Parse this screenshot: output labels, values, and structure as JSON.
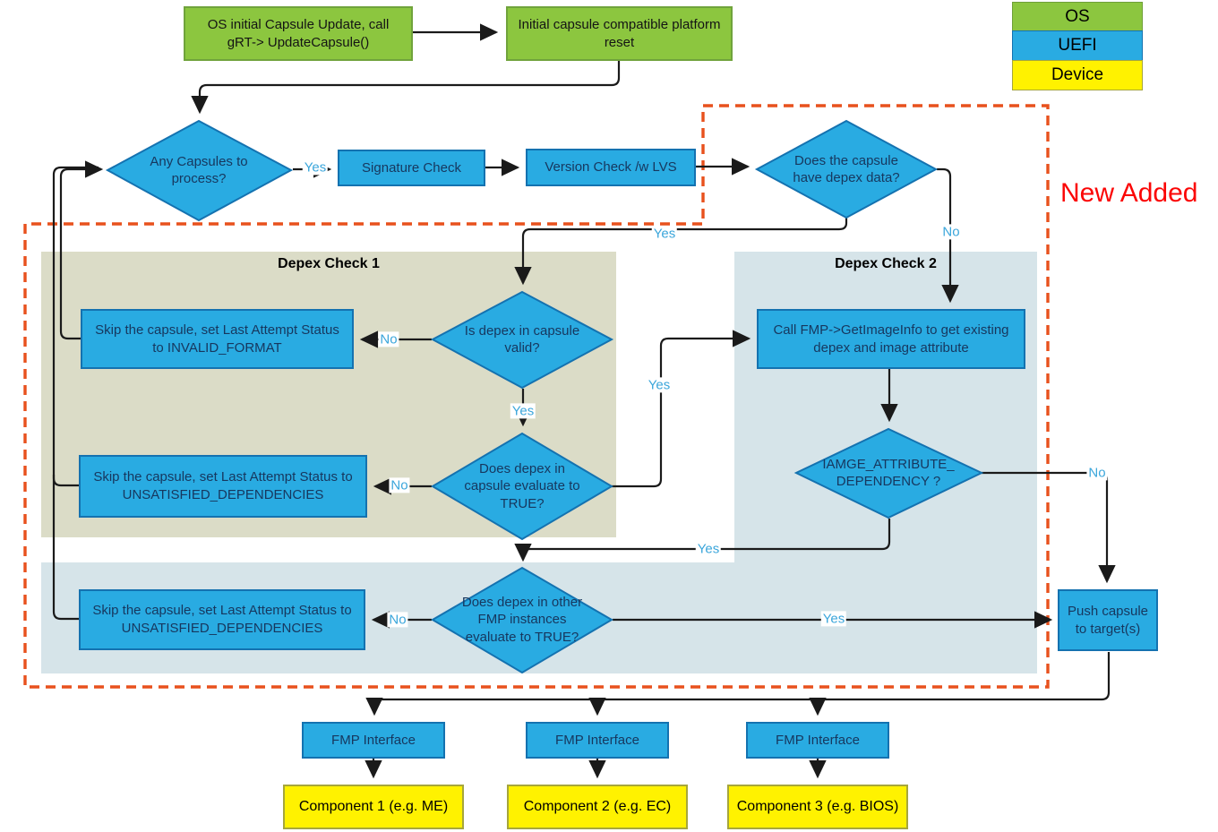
{
  "colors": {
    "os_green": "#8CC63F",
    "uefi_blue": "#29ABE2",
    "device_yellow": "#FFF200",
    "region_khaki": "#DBDCC7",
    "region_lightblue": "#D6E4E9",
    "dashed_outline_orange": "#E8511D",
    "new_added_red": "#FB0505",
    "edge_label_blue": "#3BA6DB"
  },
  "legend": {
    "items": [
      {
        "label": "OS",
        "layer": "os"
      },
      {
        "label": "UEFI",
        "layer": "uefi"
      },
      {
        "label": "Device",
        "layer": "device"
      }
    ]
  },
  "annotation": {
    "new_added": "New Added"
  },
  "regions": [
    {
      "label": "Depex Check 1"
    },
    {
      "label": "Depex Check 2"
    }
  ],
  "nodes": {
    "os_update": {
      "label": "OS initial Capsule Update, call gRT-> UpdateCapsule()",
      "layer": "os",
      "shape": "rect"
    },
    "platform_reset": {
      "label": "Initial capsule compatible platform reset",
      "layer": "os",
      "shape": "rect"
    },
    "any_capsules": {
      "label": "Any Capsules to process?",
      "layer": "uefi",
      "shape": "diamond"
    },
    "signature_check": {
      "label": "Signature Check",
      "layer": "uefi",
      "shape": "rect"
    },
    "version_check": {
      "label": "Version Check /w LVS",
      "layer": "uefi",
      "shape": "rect"
    },
    "have_depex": {
      "label": "Does the capsule have depex data?",
      "layer": "uefi",
      "shape": "diamond"
    },
    "skip_invalid_format": {
      "label": "Skip the capsule, set Last Attempt Status to INVALID_FORMAT",
      "layer": "uefi",
      "shape": "rect"
    },
    "depex_valid": {
      "label": "Is depex in capsule valid?",
      "layer": "uefi",
      "shape": "diamond"
    },
    "skip_unsatisfied_1": {
      "label": "Skip the capsule, set Last Attempt Status to UNSATISFIED_DEPENDENCIES",
      "layer": "uefi",
      "shape": "rect"
    },
    "depex_evaluate_true": {
      "label": "Does depex in capsule evaluate to TRUE?",
      "layer": "uefi",
      "shape": "diamond"
    },
    "get_image_info": {
      "label": "Call FMP->GetImageInfo to get existing depex and image attribute",
      "layer": "uefi",
      "shape": "rect"
    },
    "image_attribute_dependency": {
      "label": "IAMGE_ATTRIBUTE_ DEPENDENCY ?",
      "layer": "uefi",
      "shape": "diamond"
    },
    "skip_unsatisfied_2": {
      "label": "Skip the capsule, set Last Attempt Status to UNSATISFIED_DEPENDENCIES",
      "layer": "uefi",
      "shape": "rect"
    },
    "other_fmp_evaluate_true": {
      "label": "Does depex in other FMP instances evaluate to TRUE?",
      "layer": "uefi",
      "shape": "diamond"
    },
    "push_capsule": {
      "label": "Push capsule to target(s)",
      "layer": "uefi",
      "shape": "rect"
    },
    "fmp_interface_1": {
      "label": "FMP Interface",
      "layer": "uefi",
      "shape": "rect"
    },
    "fmp_interface_2": {
      "label": "FMP Interface",
      "layer": "uefi",
      "shape": "rect"
    },
    "fmp_interface_3": {
      "label": "FMP Interface",
      "layer": "uefi",
      "shape": "rect"
    },
    "component_1": {
      "label": "Component 1 (e.g. ME)",
      "layer": "device",
      "shape": "rect"
    },
    "component_2": {
      "label": "Component 2 (e.g. EC)",
      "layer": "device",
      "shape": "rect"
    },
    "component_3": {
      "label": "Component 3 (e.g. BIOS)",
      "layer": "device",
      "shape": "rect"
    }
  },
  "edge_labels": {
    "any_capsules_yes": "Yes",
    "have_depex_yes": "Yes",
    "have_depex_no": "No",
    "depex_valid_no": "No",
    "depex_valid_yes": "Yes",
    "depex_evaluate_true_no": "No",
    "depex_evaluate_true_yes": "Yes",
    "image_attribute_no": "No",
    "image_attribute_yes": "Yes",
    "other_fmp_no": "No",
    "other_fmp_yes": "Yes"
  }
}
